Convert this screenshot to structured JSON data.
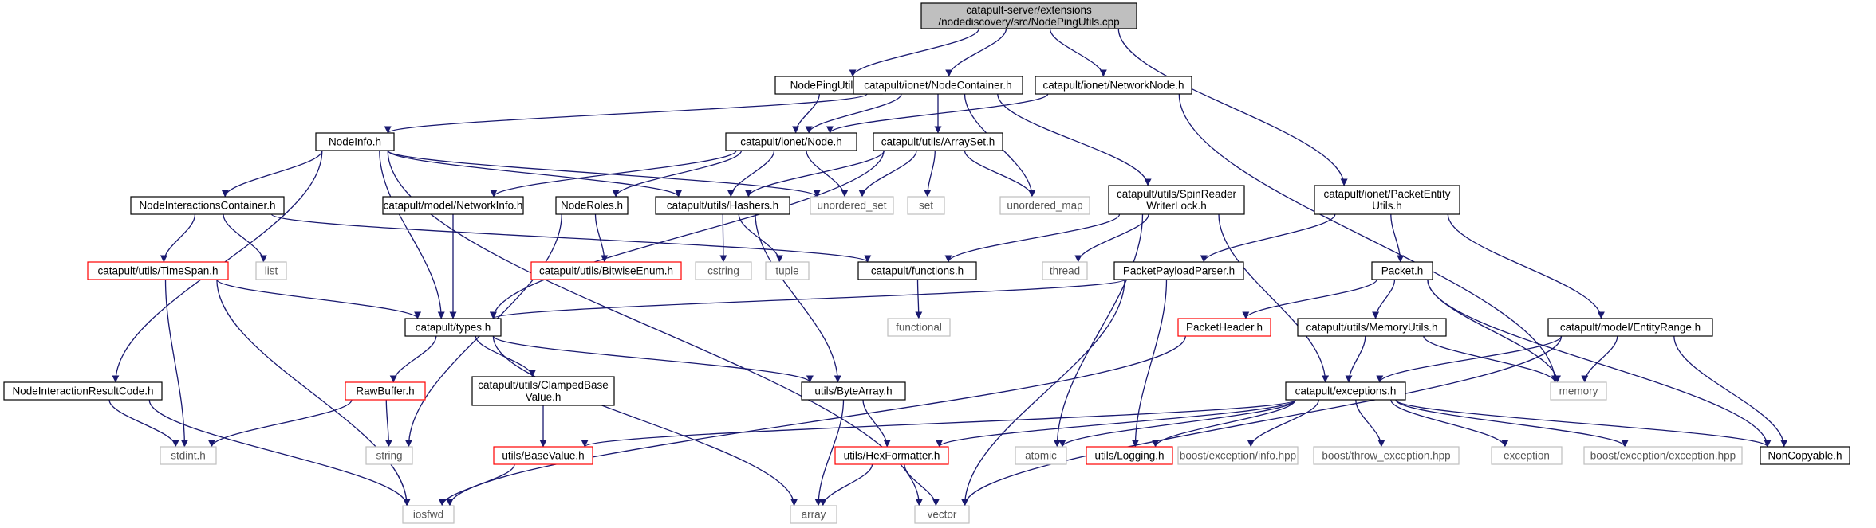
{
  "graph": {
    "title": "Include dependency graph",
    "root": "root",
    "nodes": [
      {
        "id": "root",
        "lines": [
          "catapult-server/extensions",
          "/nodediscovery/src/NodePingUtils.cpp"
        ],
        "kind": "root"
      },
      {
        "id": "nodepingutils_h",
        "lines": [
          "NodePingUtils.h"
        ],
        "kind": "normal"
      },
      {
        "id": "nodecontainer_h",
        "lines": [
          "catapult/ionet/NodeContainer.h"
        ],
        "kind": "normal"
      },
      {
        "id": "networknode_h",
        "lines": [
          "catapult/ionet/NetworkNode.h"
        ],
        "kind": "normal"
      },
      {
        "id": "nodeinfo_h",
        "lines": [
          "NodeInfo.h"
        ],
        "kind": "normal"
      },
      {
        "id": "node_h",
        "lines": [
          "catapult/ionet/Node.h"
        ],
        "kind": "normal"
      },
      {
        "id": "arrayset_h",
        "lines": [
          "catapult/utils/ArraySet.h"
        ],
        "kind": "normal"
      },
      {
        "id": "nodeinteractionscontainer_h",
        "lines": [
          "NodeInteractionsContainer.h"
        ],
        "kind": "normal"
      },
      {
        "id": "networkinfo_h",
        "lines": [
          "catapult/model/NetworkInfo.h"
        ],
        "kind": "normal"
      },
      {
        "id": "noderoles_h",
        "lines": [
          "NodeRoles.h"
        ],
        "kind": "normal"
      },
      {
        "id": "hashers_h",
        "lines": [
          "catapult/utils/Hashers.h"
        ],
        "kind": "normal"
      },
      {
        "id": "unordered_set",
        "lines": [
          "unordered_set"
        ],
        "kind": "system"
      },
      {
        "id": "set",
        "lines": [
          "set"
        ],
        "kind": "system"
      },
      {
        "id": "unordered_map",
        "lines": [
          "unordered_map"
        ],
        "kind": "system"
      },
      {
        "id": "spinreaderwriterlock_h",
        "lines": [
          "catapult/utils/SpinReader",
          "WriterLock.h"
        ],
        "kind": "normal"
      },
      {
        "id": "packetentityutils_h",
        "lines": [
          "catapult/ionet/PacketEntity",
          "Utils.h"
        ],
        "kind": "normal"
      },
      {
        "id": "timespan_h",
        "lines": [
          "catapult/utils/TimeSpan.h"
        ],
        "kind": "red"
      },
      {
        "id": "list",
        "lines": [
          "list"
        ],
        "kind": "system"
      },
      {
        "id": "bitwiseenum_h",
        "lines": [
          "catapult/utils/BitwiseEnum.h"
        ],
        "kind": "red"
      },
      {
        "id": "cstring",
        "lines": [
          "cstring"
        ],
        "kind": "system"
      },
      {
        "id": "tuple",
        "lines": [
          "tuple"
        ],
        "kind": "system"
      },
      {
        "id": "functions_h",
        "lines": [
          "catapult/functions.h"
        ],
        "kind": "normal"
      },
      {
        "id": "thread",
        "lines": [
          "thread"
        ],
        "kind": "system"
      },
      {
        "id": "packetpayloadparser_h",
        "lines": [
          "PacketPayloadParser.h"
        ],
        "kind": "normal"
      },
      {
        "id": "packet_h",
        "lines": [
          "Packet.h"
        ],
        "kind": "normal"
      },
      {
        "id": "functional",
        "lines": [
          "functional"
        ],
        "kind": "system"
      },
      {
        "id": "types_h",
        "lines": [
          "catapult/types.h"
        ],
        "kind": "normal"
      },
      {
        "id": "packetheader_h",
        "lines": [
          "PacketHeader.h"
        ],
        "kind": "red"
      },
      {
        "id": "memoryutils_h",
        "lines": [
          "catapult/utils/MemoryUtils.h"
        ],
        "kind": "normal"
      },
      {
        "id": "entityrange_h",
        "lines": [
          "catapult/model/EntityRange.h"
        ],
        "kind": "normal"
      },
      {
        "id": "nodeinteractionresultcode_h",
        "lines": [
          "NodeInteractionResultCode.h"
        ],
        "kind": "normal"
      },
      {
        "id": "rawbuffer_h",
        "lines": [
          "RawBuffer.h"
        ],
        "kind": "red"
      },
      {
        "id": "clampedbasevalue_h",
        "lines": [
          "catapult/utils/ClampedBase",
          "Value.h"
        ],
        "kind": "normal"
      },
      {
        "id": "bytearray_h",
        "lines": [
          "utils/ByteArray.h"
        ],
        "kind": "normal"
      },
      {
        "id": "exceptions_h",
        "lines": [
          "catapult/exceptions.h"
        ],
        "kind": "normal"
      },
      {
        "id": "memory",
        "lines": [
          "memory"
        ],
        "kind": "system"
      },
      {
        "id": "stdint_h",
        "lines": [
          "stdint.h"
        ],
        "kind": "system"
      },
      {
        "id": "string",
        "lines": [
          "string"
        ],
        "kind": "system"
      },
      {
        "id": "basevalue_h",
        "lines": [
          "utils/BaseValue.h"
        ],
        "kind": "red"
      },
      {
        "id": "hexformatter_h",
        "lines": [
          "utils/HexFormatter.h"
        ],
        "kind": "red"
      },
      {
        "id": "atomic",
        "lines": [
          "atomic"
        ],
        "kind": "system"
      },
      {
        "id": "logging_h",
        "lines": [
          "utils/Logging.h"
        ],
        "kind": "red"
      },
      {
        "id": "boost_info",
        "lines": [
          "boost/exception/info.hpp"
        ],
        "kind": "system"
      },
      {
        "id": "boost_throw",
        "lines": [
          "boost/throw_exception.hpp"
        ],
        "kind": "system"
      },
      {
        "id": "exception",
        "lines": [
          "exception"
        ],
        "kind": "system"
      },
      {
        "id": "boost_exception",
        "lines": [
          "boost/exception/exception.hpp"
        ],
        "kind": "system"
      },
      {
        "id": "noncopyable_h",
        "lines": [
          "NonCopyable.h"
        ],
        "kind": "normal"
      },
      {
        "id": "iosfwd",
        "lines": [
          "iosfwd"
        ],
        "kind": "system"
      },
      {
        "id": "array",
        "lines": [
          "array"
        ],
        "kind": "system"
      },
      {
        "id": "vector",
        "lines": [
          "vector"
        ],
        "kind": "system"
      }
    ],
    "edges": [
      [
        "root",
        "nodepingutils_h"
      ],
      [
        "root",
        "nodecontainer_h"
      ],
      [
        "root",
        "networknode_h"
      ],
      [
        "root",
        "packetentityutils_h"
      ],
      [
        "nodepingutils_h",
        "node_h"
      ],
      [
        "nodecontainer_h",
        "nodeinfo_h"
      ],
      [
        "nodecontainer_h",
        "node_h"
      ],
      [
        "nodecontainer_h",
        "arrayset_h"
      ],
      [
        "nodecontainer_h",
        "unordered_map"
      ],
      [
        "nodecontainer_h",
        "spinreaderwriterlock_h"
      ],
      [
        "networknode_h",
        "node_h"
      ],
      [
        "networknode_h",
        "memory"
      ],
      [
        "nodeinfo_h",
        "nodeinteractionscontainer_h"
      ],
      [
        "nodeinfo_h",
        "hashers_h"
      ],
      [
        "nodeinfo_h",
        "unordered_set"
      ],
      [
        "nodeinfo_h",
        "types_h"
      ],
      [
        "nodeinfo_h",
        "nodeinteractionresultcode_h"
      ],
      [
        "nodeinfo_h",
        "vector"
      ],
      [
        "node_h",
        "networkinfo_h"
      ],
      [
        "node_h",
        "noderoles_h"
      ],
      [
        "node_h",
        "hashers_h"
      ],
      [
        "node_h",
        "unordered_set"
      ],
      [
        "arrayset_h",
        "hashers_h"
      ],
      [
        "arrayset_h",
        "unordered_set"
      ],
      [
        "arrayset_h",
        "set"
      ],
      [
        "arrayset_h",
        "unordered_map"
      ],
      [
        "arrayset_h",
        "types_h"
      ],
      [
        "nodeinteractionscontainer_h",
        "timespan_h"
      ],
      [
        "nodeinteractionscontainer_h",
        "list"
      ],
      [
        "nodeinteractionscontainer_h",
        "functions_h"
      ],
      [
        "networkinfo_h",
        "types_h"
      ],
      [
        "noderoles_h",
        "bitwiseenum_h"
      ],
      [
        "noderoles_h",
        "string"
      ],
      [
        "hashers_h",
        "cstring"
      ],
      [
        "hashers_h",
        "tuple"
      ],
      [
        "hashers_h",
        "bytearray_h"
      ],
      [
        "spinreaderwriterlock_h",
        "functions_h"
      ],
      [
        "spinreaderwriterlock_h",
        "thread"
      ],
      [
        "spinreaderwriterlock_h",
        "atomic"
      ],
      [
        "spinreaderwriterlock_h",
        "exceptions_h"
      ],
      [
        "packetentityutils_h",
        "packetpayloadparser_h"
      ],
      [
        "packetentityutils_h",
        "packet_h"
      ],
      [
        "packetentityutils_h",
        "entityrange_h"
      ],
      [
        "timespan_h",
        "types_h"
      ],
      [
        "timespan_h",
        "stdint_h"
      ],
      [
        "timespan_h",
        "iosfwd"
      ],
      [
        "functions_h",
        "functional"
      ],
      [
        "packetpayloadparser_h",
        "types_h"
      ],
      [
        "packetpayloadparser_h",
        "logging_h"
      ],
      [
        "packetpayloadparser_h",
        "vector"
      ],
      [
        "packet_h",
        "packetheader_h"
      ],
      [
        "packet_h",
        "memoryutils_h"
      ],
      [
        "packet_h",
        "memory"
      ],
      [
        "packet_h",
        "noncopyable_h"
      ],
      [
        "packetheader_h",
        "iosfwd"
      ],
      [
        "memoryutils_h",
        "exceptions_h"
      ],
      [
        "memoryutils_h",
        "memory"
      ],
      [
        "entityrange_h",
        "exceptions_h"
      ],
      [
        "entityrange_h",
        "memory"
      ],
      [
        "entityrange_h",
        "noncopyable_h"
      ],
      [
        "entityrange_h",
        "vector"
      ],
      [
        "types_h",
        "rawbuffer_h"
      ],
      [
        "types_h",
        "clampedbasevalue_h"
      ],
      [
        "types_h",
        "bytearray_h"
      ],
      [
        "types_h",
        "array"
      ],
      [
        "nodeinteractionresultcode_h",
        "stdint_h"
      ],
      [
        "nodeinteractionresultcode_h",
        "iosfwd"
      ],
      [
        "rawbuffer_h",
        "stdint_h"
      ],
      [
        "rawbuffer_h",
        "string"
      ],
      [
        "clampedbasevalue_h",
        "basevalue_h"
      ],
      [
        "bytearray_h",
        "hexformatter_h"
      ],
      [
        "bytearray_h",
        "array"
      ],
      [
        "basevalue_h",
        "iosfwd"
      ],
      [
        "hexformatter_h",
        "array"
      ],
      [
        "hexformatter_h",
        "vector"
      ],
      [
        "exceptions_h",
        "basevalue_h"
      ],
      [
        "exceptions_h",
        "hexformatter_h"
      ],
      [
        "exceptions_h",
        "atomic"
      ],
      [
        "exceptions_h",
        "logging_h"
      ],
      [
        "exceptions_h",
        "boost_info"
      ],
      [
        "exceptions_h",
        "boost_throw"
      ],
      [
        "exceptions_h",
        "exception"
      ],
      [
        "exceptions_h",
        "boost_exception"
      ],
      [
        "exceptions_h",
        "noncopyable_h"
      ]
    ]
  }
}
